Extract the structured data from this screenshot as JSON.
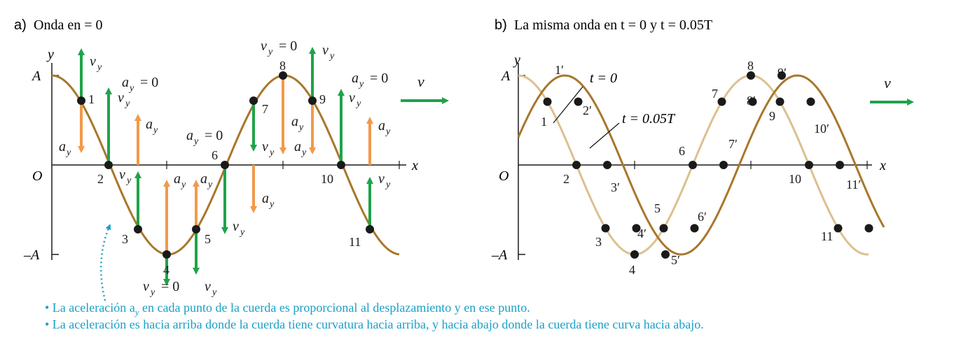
{
  "panel_a": {
    "title_prefix": "a)",
    "title_text": "Onda en = 0",
    "y_axis": "y",
    "x_axis": "x",
    "amp_pos": "A",
    "amp_neg": "–A",
    "origin": "O",
    "point_labels": [
      "1",
      "2",
      "3",
      "4",
      "5",
      "6",
      "7",
      "8",
      "9",
      "10",
      "11"
    ],
    "ay_zero": "a",
    "ay_zero_value": "= 0",
    "vy_zero_value": "= 0",
    "v_label": "v",
    "ay_sym": "a",
    "vy_sym": "v",
    "sub_y": "y"
  },
  "panel_b": {
    "title_prefix": "b)",
    "title_text": "La misma onda en t = 0 y t = 0.05T",
    "y_axis": "y",
    "x_axis": "x",
    "amp_pos": "A",
    "amp_neg": "–A",
    "origin": "O",
    "point_labels": [
      "1",
      "2",
      "3",
      "4",
      "5",
      "6",
      "7",
      "8",
      "9",
      "10",
      "11"
    ],
    "prime_labels": [
      "1′",
      "2′",
      "3′",
      "4′",
      "5′",
      "6′",
      "7′",
      "8′",
      "9′",
      "10′",
      "11′"
    ],
    "curve_t0": "t = 0",
    "curve_t1": "t = 0.05T",
    "v_label": "v"
  },
  "captions": {
    "line1": "• La aceleración a",
    "line1_sub": "y",
    "line1_rest": " en cada punto de la cuerda es proporcional al desplazamiento y en ese punto.",
    "line2": "• La aceleración es hacia arriba donde la cuerda tiene curvatura hacia arriba, y hacia abajo donde la cuerda tiene curva hacia abajo."
  },
  "colors": {
    "wave": "#a8772c",
    "wave_light": "#dcc08f",
    "velocity": "#1fa34a",
    "acceleration": "#f2994a",
    "caption": "#1a9fc7",
    "ink": "#1a1a1a"
  }
}
